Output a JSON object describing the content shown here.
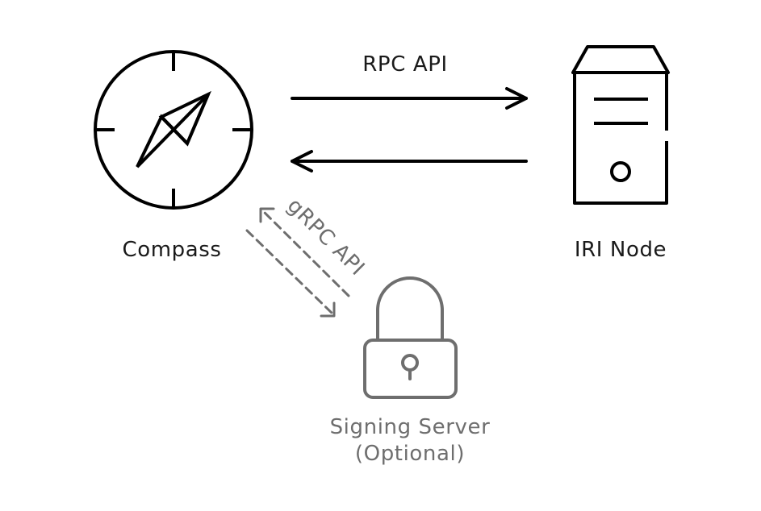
{
  "nodes": {
    "compass": {
      "label": "Compass",
      "icon": "compass-icon"
    },
    "iri_node": {
      "label": "IRI Node",
      "icon": "server-icon"
    },
    "signing_server": {
      "label_line1": "Signing Server",
      "label_line2": "(Optional)",
      "icon": "padlock-icon"
    }
  },
  "edges": {
    "rpc": {
      "label": "RPC API"
    },
    "grpc": {
      "label": "gRPC API"
    }
  },
  "colors": {
    "primary": "#000000",
    "secondary": "#6e6e6e"
  }
}
